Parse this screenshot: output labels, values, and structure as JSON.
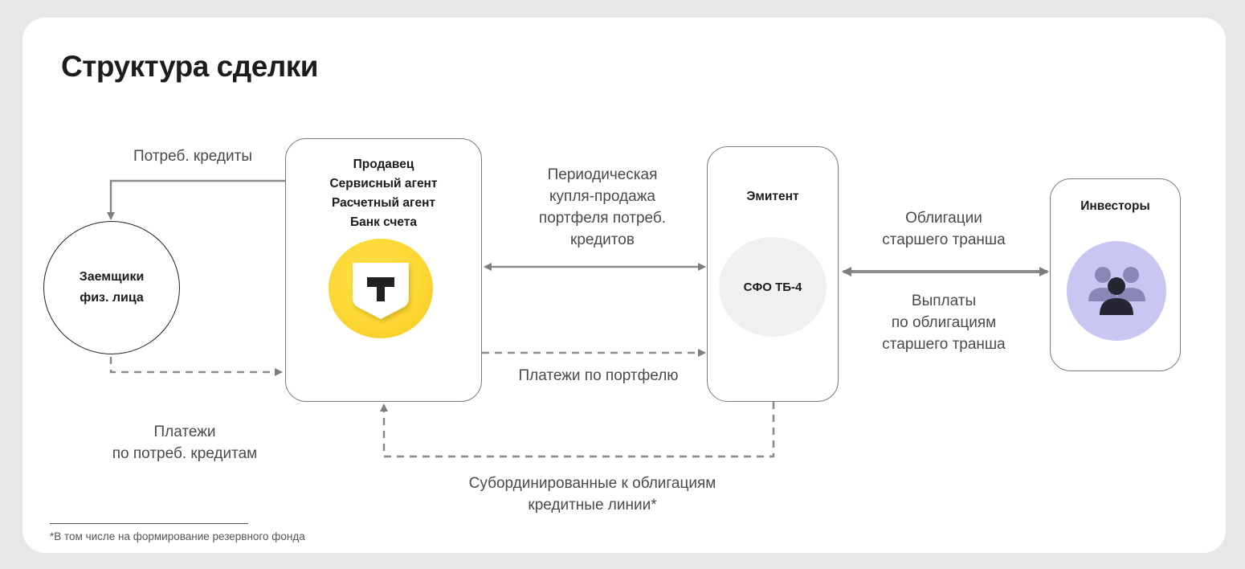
{
  "title": "Структура сделки",
  "nodes": {
    "borrowers": {
      "lines": [
        "Заемщики",
        "физ. лица"
      ]
    },
    "seller": {
      "lines": [
        "Продавец",
        "Сервисный агент",
        "Расчетный агент",
        "Банк счета"
      ],
      "logo": "tbank-shield-logo"
    },
    "issuer": {
      "label": "Эмитент",
      "spv": "СФО ТБ-4"
    },
    "investors": {
      "label": "Инвесторы",
      "icon": "people-group-icon"
    }
  },
  "flows": {
    "consumer_loans": "Потреб. кредиты",
    "loan_payments": [
      "Платежи",
      "по потреб. кредитам"
    ],
    "periodic_sale": [
      "Периодическая",
      "купля-продажа",
      "портфеля потреб.",
      "кредитов"
    ],
    "portfolio_payments": "Платежи по портфелю",
    "senior_bonds": [
      "Облигации",
      "старшего транша"
    ],
    "senior_payments": [
      "Выплаты",
      "по облигациям",
      "старшего транша"
    ],
    "subordinated_lines": [
      "Субординированные к облигациям",
      "кредитные линии*"
    ]
  },
  "footnote": "*В том числе на формирование резервного фонда",
  "colors": {
    "background": "#e7e7e9",
    "card": "#ffffff",
    "brand_yellow": "#fdd835",
    "investor_circle": "#c9c6f2",
    "arrow": "#8a8a8a"
  }
}
